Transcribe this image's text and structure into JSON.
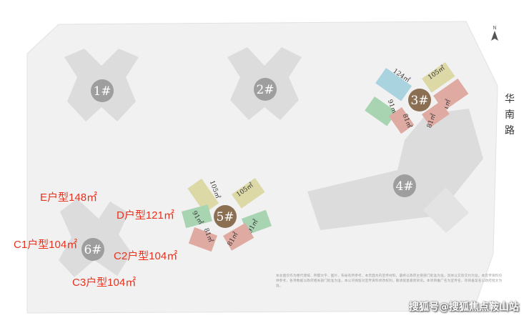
{
  "map": {
    "colors": {
      "site": "#f1f1f1",
      "site_edge": "#e2e2e2",
      "building_gray": "#dcdcdc",
      "marker_gray": "#9e9e9e",
      "marker_brown": "#8b6f52",
      "unit_blue": "#a9d3df",
      "unit_yellow": "#dcd9a6",
      "unit_green": "#a8d4b2",
      "unit_pink": "#dfaaa2",
      "label_red": "#e8321e"
    },
    "buildings": [
      {
        "marker": "1#"
      },
      {
        "marker": "2#"
      },
      {
        "marker": "3#"
      },
      {
        "marker": "4#"
      },
      {
        "marker": "5#"
      },
      {
        "marker": "6#"
      }
    ],
    "building3_units": {
      "blue": "124㎡",
      "yellow": "105㎡",
      "green": "91㎡",
      "pink_left": "81㎡",
      "pink_right1": "81㎡",
      "pink_right2": "81㎡"
    },
    "building5_units": {
      "yellow_left": "105㎡",
      "yellow_right": "105㎡",
      "green_left": "91㎡",
      "green_right": "91㎡",
      "pink_left": "81㎡",
      "pink_right": "81㎡"
    },
    "unit_types": [
      {
        "label": "E户型148㎡"
      },
      {
        "label": "D户型121㎡"
      },
      {
        "label": "C1户型104㎡"
      },
      {
        "label": "C2户型104㎡"
      },
      {
        "label": "C3户型104㎡"
      }
    ],
    "road": "华南路",
    "compass_icon": "north-arrow-icon",
    "disclaimer": "本总图仅作为楼代建域、所都文字、图片、布局有所参考，本页面为的宣传材料，最终以政府主管部门批准为准，具体以实际交付为准，本宣传资料仅供参考，各项数据以政府相关部门批准为准，本公司保留对宣传资料修改权利，敬请留意最新资讯。本项目推广名为宣传名，项目备案名以政府批文为准。",
    "watermark": "搜狐号@搜狐焦点鞍山站"
  }
}
